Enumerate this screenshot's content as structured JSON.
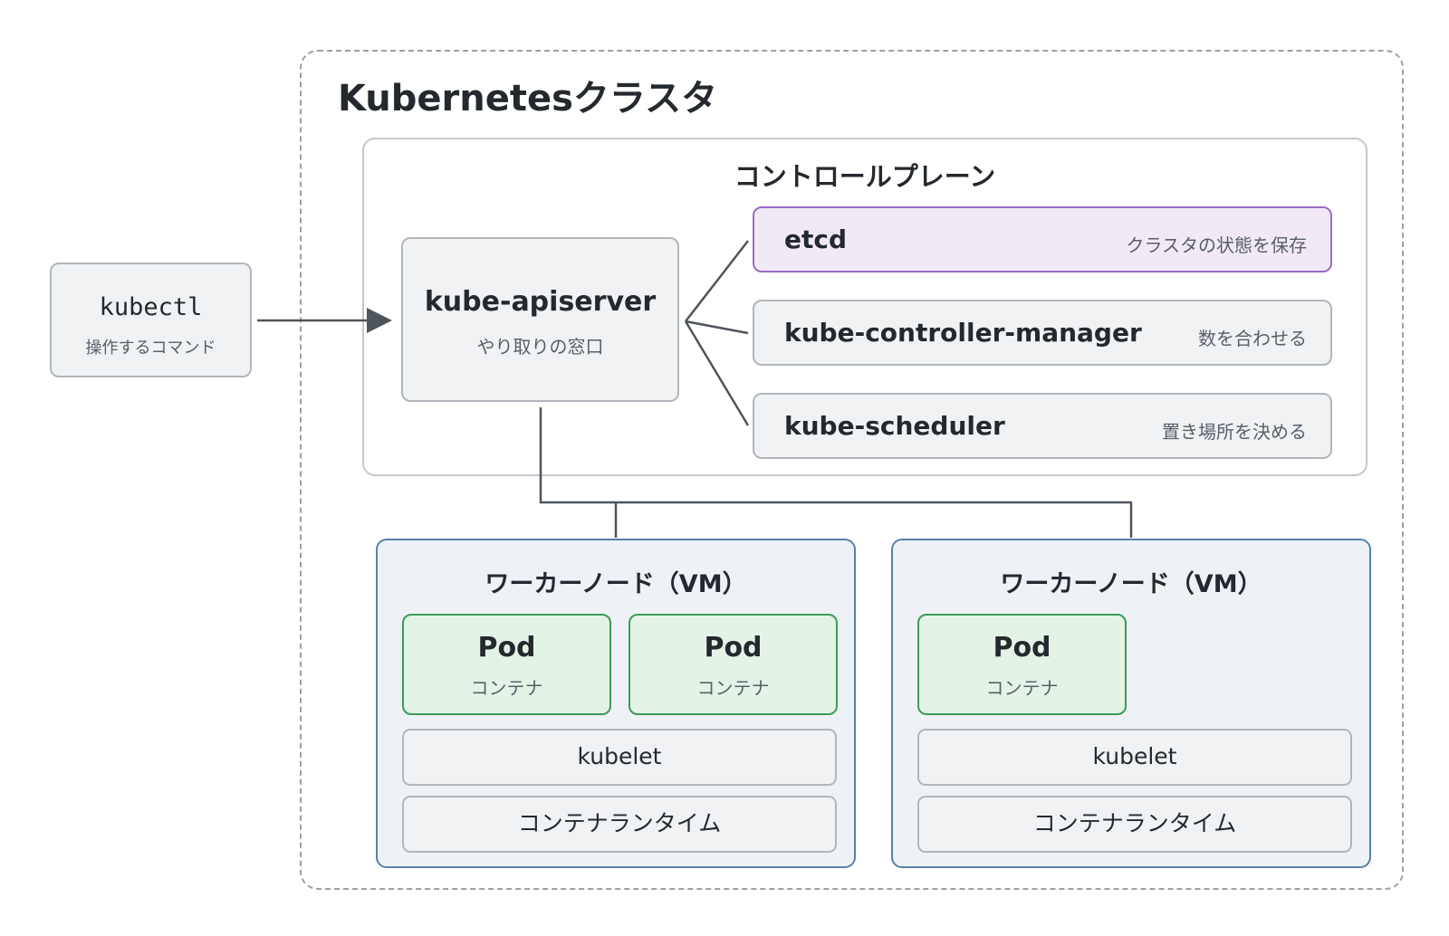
{
  "cluster": {
    "title": "Kubernetesクラスタ"
  },
  "kubectl": {
    "title": "kubectl",
    "subtitle": "操作するコマンド"
  },
  "control_plane": {
    "title": "コントロールプレーン",
    "apiserver": {
      "title": "kube-apiserver",
      "subtitle": "やり取りの窓口"
    },
    "components": [
      {
        "name": "etcd",
        "description": "クラスタの状態を保存"
      },
      {
        "name": "kube-controller-manager",
        "description": "数を合わせる"
      },
      {
        "name": "kube-scheduler",
        "description": "置き場所を決める"
      }
    ]
  },
  "workers": [
    {
      "title": "ワーカーノード（VM）",
      "pods": [
        {
          "title": "Pod",
          "subtitle": "コンテナ"
        },
        {
          "title": "Pod",
          "subtitle": "コンテナ"
        }
      ],
      "kubelet": "kubelet",
      "runtime": "コンテナランタイム"
    },
    {
      "title": "ワーカーノード（VM）",
      "pods": [
        {
          "title": "Pod",
          "subtitle": "コンテナ"
        }
      ],
      "kubelet": "kubelet",
      "runtime": "コンテナランタイム"
    }
  ],
  "colors": {
    "etcd_border": "#9b6bc6",
    "etcd_fill": "#f1eaf6",
    "pod_border": "#3e9a58",
    "pod_fill": "#e3f3e6",
    "worker_border": "#5a7fae",
    "worker_fill": "#eef2f7",
    "connector": "#4f555c"
  }
}
